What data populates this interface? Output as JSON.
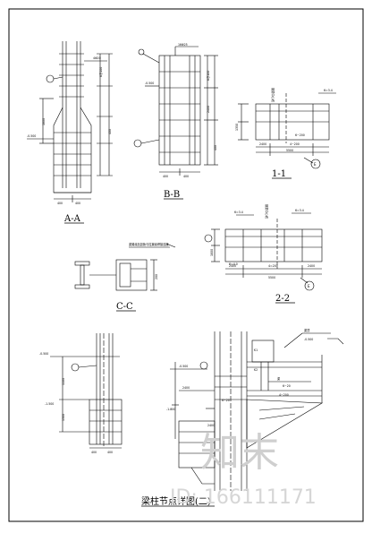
{
  "sections": {
    "aa": {
      "title": "A-A"
    },
    "bb": {
      "title": "B-B"
    },
    "one": {
      "title": "1-1",
      "marker": "E"
    },
    "two": {
      "title": "2-2",
      "marker": "E"
    },
    "cc": {
      "title": "C-C"
    },
    "detail": {
      "title": "梁柱节点详图(二)"
    }
  },
  "watermark": {
    "logo_text": "知末",
    "id_text": "ID: 166111171"
  },
  "colors": {
    "line": "#000000",
    "border": "#000000",
    "watermark": "#cfcfcf",
    "background": "#ffffff"
  }
}
